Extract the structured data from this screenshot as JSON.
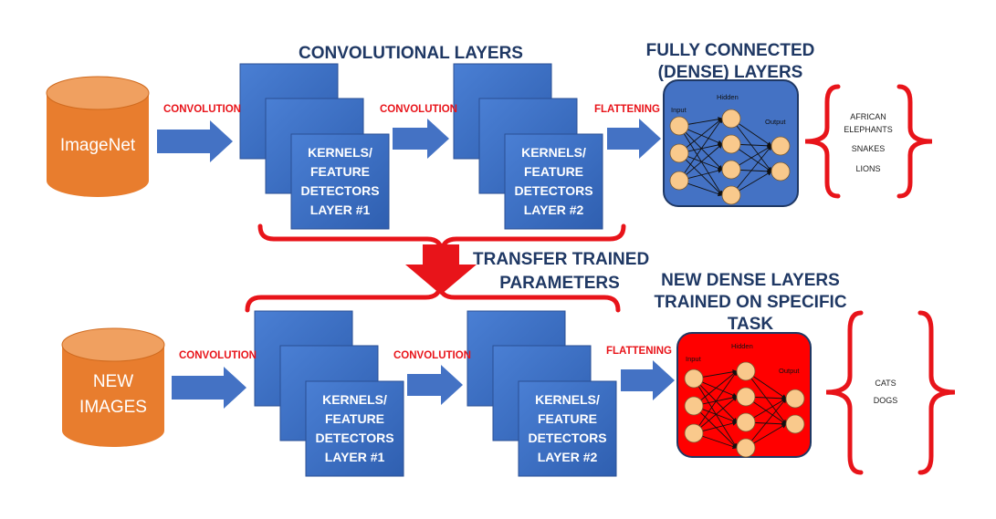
{
  "colors": {
    "heading": "#1f3864",
    "accent_red": "#e8141a",
    "database_orange": "#e87d2e",
    "layer_blue": "#4472c4",
    "dense_red": "#ff0000",
    "neuron": "#f9c98c"
  },
  "headings": {
    "conv_layers": "CONVOLUTIONAL LAYERS",
    "fully_connected_line1": "FULLY CONNECTED",
    "fully_connected_line2": "(DENSE) LAYERS",
    "transfer_line1": "TRANSFER TRAINED",
    "transfer_line2": "PARAMETERS",
    "new_dense_line1": "NEW DENSE LAYERS",
    "new_dense_line2": "TRAINED ON SPECIFIC",
    "new_dense_line3": "TASK"
  },
  "top": {
    "database_label": "ImageNet",
    "step1": "CONVOLUTION",
    "step2": "CONVOLUTION",
    "step3": "FLATTENING",
    "layer1": [
      "KERNELS/",
      "FEATURE",
      "DETECTORS",
      "LAYER #1"
    ],
    "layer2": [
      "KERNELS/",
      "FEATURE",
      "DETECTORS",
      "LAYER #2"
    ],
    "outputs": [
      "AFRICAN",
      "ELEPHANTS",
      "SNAKES",
      "LIONS"
    ]
  },
  "bottom": {
    "database_label_line1": "NEW",
    "database_label_line2": "IMAGES",
    "step1": "CONVOLUTION",
    "step2": "CONVOLUTION",
    "step3": "FLATTENING",
    "layer1": [
      "KERNELS/",
      "FEATURE",
      "DETECTORS",
      "LAYER #1"
    ],
    "layer2": [
      "KERNELS/",
      "FEATURE",
      "DETECTORS",
      "LAYER #2"
    ],
    "outputs": [
      "CATS",
      "DOGS"
    ]
  },
  "network_labels": {
    "input": "Input",
    "hidden": "Hidden",
    "output": "Output"
  }
}
